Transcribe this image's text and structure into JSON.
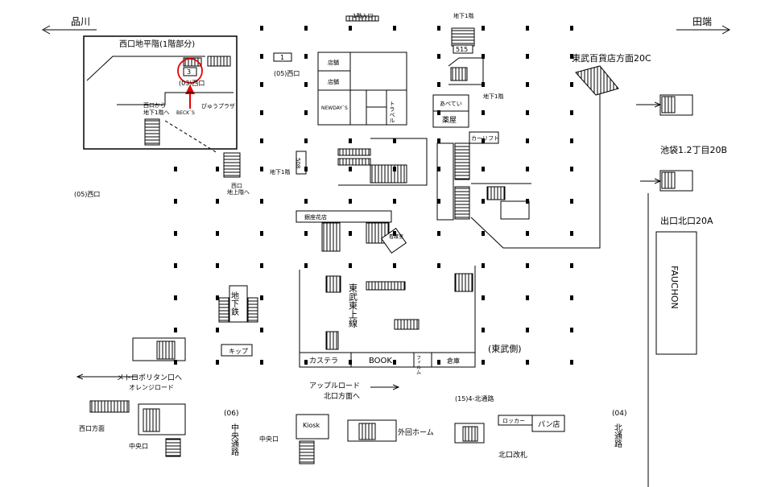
{
  "directions": {
    "left": "品川",
    "right": "田端"
  },
  "inset": {
    "title": "西口地平階(1階部分)",
    "exit_number": "3",
    "exit_label": "(03)西口",
    "label_from": "西口から",
    "label_from2": "地下1階へ",
    "label_becks": "BECK`S",
    "label_plaza": "ぴゅうプラザ"
  },
  "labels": {
    "f1_entrance": "1階入口",
    "b1_entrance": "地下1階",
    "gate_515": "515",
    "shop1": "店舗",
    "shop2": "店舗",
    "newdays": "NEWDAY`S",
    "travel": "トラベル",
    "abetei": "あべてい",
    "pharmacy": "薬屋",
    "curry_lift": "カーリフト",
    "b1_a": "地下1階",
    "b1_b": "地下1階",
    "b1_c": "地下1階",
    "west_exit_05a": "(05)西口",
    "west_exit_05b": "(05)西口",
    "box1": "1",
    "box508": "508",
    "west_to_ground": "西口",
    "west_to_ground2": "地上階へ",
    "tobu_dept": "東武百貨店方面20C",
    "ikebukuro": "池袋1.2丁目20B",
    "north_exit": "出口北口20A",
    "fauchon": "FAUCHON",
    "ginza_florist": "銀座花店",
    "nurse": "看護室",
    "tobu_tojo": "東武東上線",
    "castella": "カステラ",
    "book": "BOOK",
    "film": "フィルム",
    "warehouse": "倉庫",
    "tobu_side": "(東武側)",
    "subway": "地下鉄",
    "kiosk_small": "キップ",
    "metro": "メトロポリタン口へ",
    "orange_road": "オレンジロード",
    "apple_road": "アップルロード",
    "north_exit_dir": "北口方面へ",
    "north_passage_15": "(15)4-北通路",
    "west_dir": "西口方面",
    "central_exit_a": "中央口",
    "central_exit_b": "中央口",
    "central_06": "(06)",
    "central_passage": "中央通路",
    "kiosk": "Kiosk",
    "outer_home": "外回ホーム",
    "locker": "ロッカー",
    "bakery": "パン店",
    "north_gate": "北口改札",
    "north_04": "(04)",
    "north_passage": "北通路"
  },
  "colors": {
    "highlight": "#e60000",
    "line": "#000000",
    "fill": "#ffffff"
  }
}
